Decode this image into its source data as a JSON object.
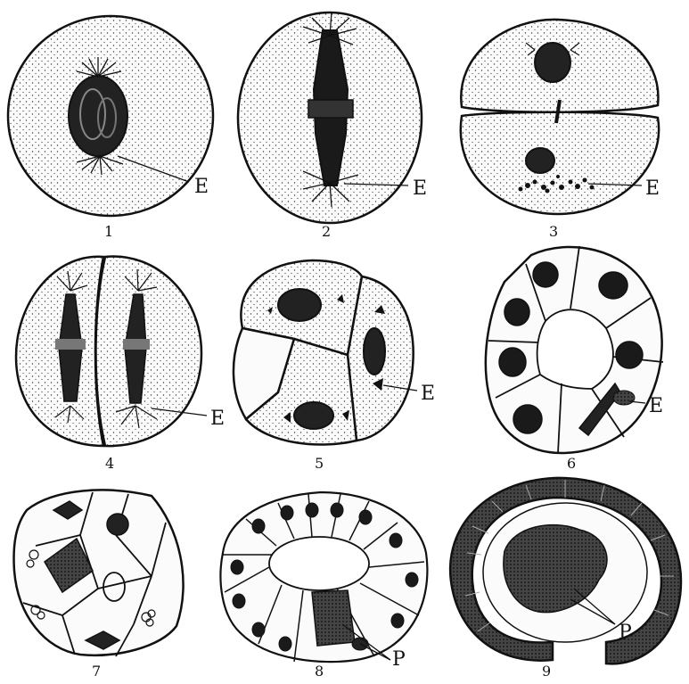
{
  "panels": [
    {
      "number": "1",
      "labels": [
        "E"
      ]
    },
    {
      "number": "2",
      "labels": [
        "E"
      ]
    },
    {
      "number": "3",
      "labels": [
        "E"
      ]
    },
    {
      "number": "4",
      "labels": [
        "E"
      ]
    },
    {
      "number": "5",
      "labels": [
        "E"
      ]
    },
    {
      "number": "6",
      "labels": [
        "E"
      ]
    },
    {
      "number": "7",
      "labels": []
    },
    {
      "number": "8",
      "labels": [
        "P"
      ]
    },
    {
      "number": "9",
      "labels": [
        "P"
      ]
    }
  ],
  "colors": {
    "ink": "#111111",
    "cell_fill": "#fbfbfb",
    "stipple": "#3a3a3a",
    "nucleus": "#1a1a1a"
  }
}
